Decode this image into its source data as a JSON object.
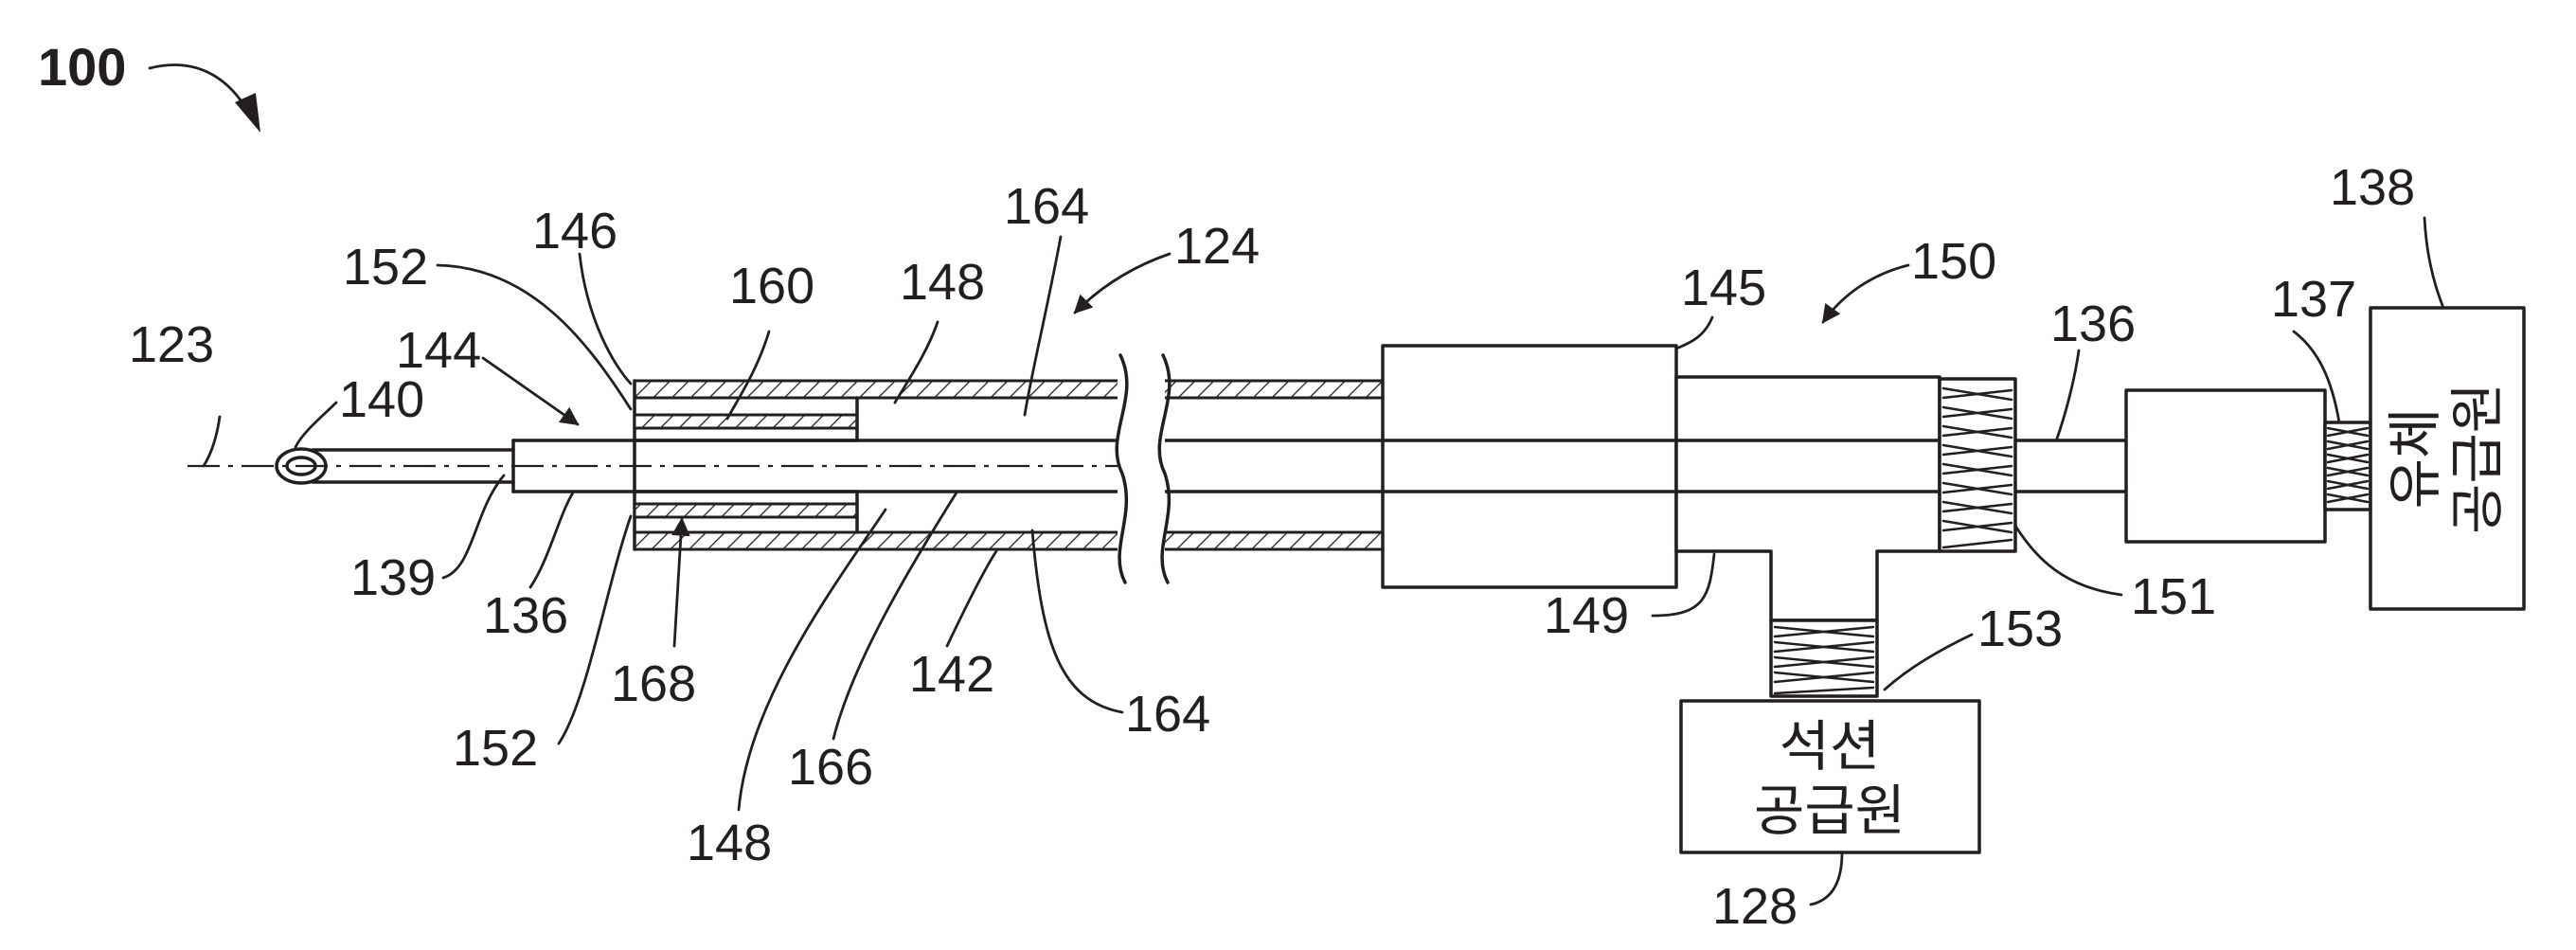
{
  "figure": {
    "ref_main": "100",
    "labels": {
      "l123": "123",
      "l140": "140",
      "l144": "144",
      "l152a": "152",
      "l146": "146",
      "l160": "160",
      "l148a": "148",
      "l164a": "164",
      "l124": "124",
      "l145": "145",
      "l150": "150",
      "l136a": "136",
      "l137": "137",
      "l138": "138",
      "l139": "139",
      "l136b": "136",
      "l168": "168",
      "l152b": "152",
      "l148b": "148",
      "l166": "166",
      "l142": "142",
      "l164b": "164",
      "l149": "149",
      "l153": "153",
      "l151": "151",
      "l128": "128"
    },
    "suction_box": {
      "line1": "석션",
      "line2": "공급원"
    },
    "fluid_box": {
      "line1": "유체",
      "line2": "공급원"
    }
  }
}
